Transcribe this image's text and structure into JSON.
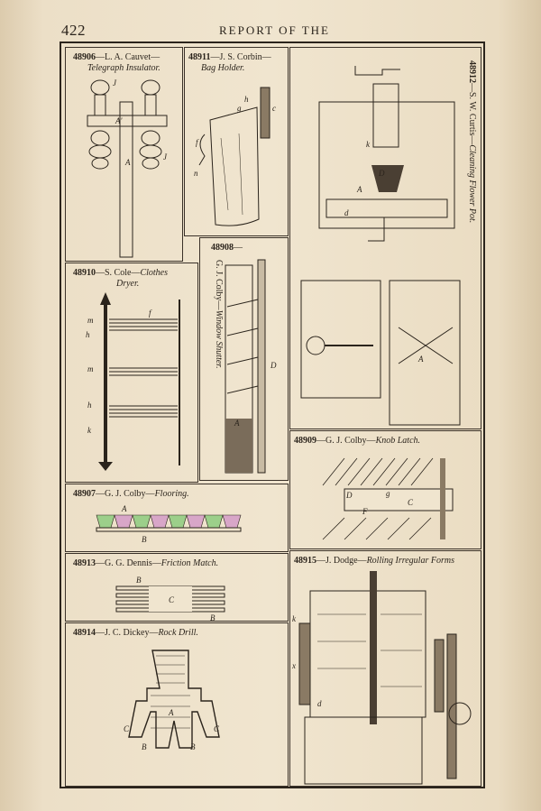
{
  "header": {
    "page_number": "422",
    "running_title": "REPORT OF THE"
  },
  "patents": [
    {
      "number": "48906",
      "sep": "—",
      "inventor": "L. A. Cauvet—",
      "title": "Telegraph Insulator."
    },
    {
      "number": "48911",
      "sep": "—",
      "inventor": "J. S. Corbin—",
      "title": "Bag Holder."
    },
    {
      "number": "48912",
      "sep": "—",
      "inventor": "S. W. Curtis—",
      "title": "Cleaning Flower Pot."
    },
    {
      "number": "48908",
      "sep": "—",
      "inventor": "G. J. Colby—",
      "title": "Window Shutter."
    },
    {
      "number": "48910",
      "sep": "—",
      "inventor": "S. Cole—",
      "title": "Clothes",
      "title2": "Dryer."
    },
    {
      "number": "48909",
      "sep": "—",
      "inventor": "G. J. Colby—",
      "title": "Knob Latch."
    },
    {
      "number": "48907",
      "sep": "—",
      "inventor": "G. J. Colby—",
      "title": "Flooring."
    },
    {
      "number": "48913",
      "sep": "—",
      "inventor": "G. G. Dennis—",
      "title": "Friction Match."
    },
    {
      "number": "48915",
      "sep": "—",
      "inventor": "J. Dodge—",
      "title": "Rolling Irregular Forms"
    },
    {
      "number": "48914",
      "sep": "—",
      "inventor": "J. C. Dickey—",
      "title": "Rock Drill."
    }
  ],
  "colors": {
    "paper": "#ecdfc7",
    "ink": "#2b241c",
    "floor_a": "#9ccf8a",
    "floor_b": "#d8a6c8"
  }
}
